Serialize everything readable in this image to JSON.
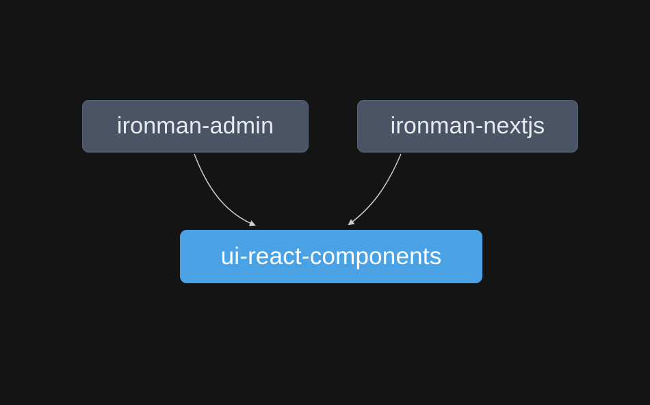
{
  "diagram": {
    "type": "dependency-graph",
    "nodes": [
      {
        "id": "ironman-admin",
        "label": "ironman-admin",
        "style": "plain"
      },
      {
        "id": "ironman-nextjs",
        "label": "ironman-nextjs",
        "style": "plain"
      },
      {
        "id": "ui-react-components",
        "label": "ui-react-components",
        "style": "highlight"
      }
    ],
    "edges": [
      {
        "from": "ironman-admin",
        "to": "ui-react-components"
      },
      {
        "from": "ironman-nextjs",
        "to": "ui-react-components"
      }
    ],
    "colors": {
      "background": "#141414",
      "node_fill": "#4a5465",
      "node_border": "#5b6578",
      "node_text": "#e8eaee",
      "highlight_fill": "#4aa2e5",
      "highlight_text": "#ffffff",
      "edge_stroke": "#cfcfcf"
    }
  }
}
